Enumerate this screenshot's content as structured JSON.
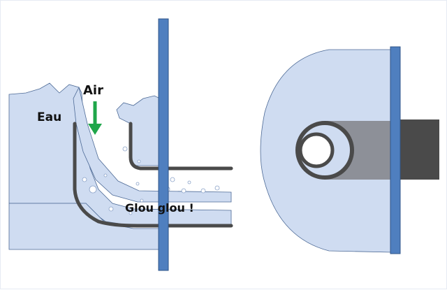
{
  "labels": {
    "water": "Eau",
    "air": "Air",
    "gurgle": "Glou glou !"
  },
  "colors": {
    "water": "#cfdcf1",
    "water_outline": "#4d6a96",
    "wall": "#4f7fbf",
    "wall_outline": "#2f548a",
    "pipe": "#4a4a4a",
    "arrow": "#1fa64a",
    "pipe_grey": "#8d9098",
    "pipe_dark": "#4a4a4a",
    "background": "#ffffff"
  },
  "icons": {
    "arrow": "arrow-down-icon"
  }
}
